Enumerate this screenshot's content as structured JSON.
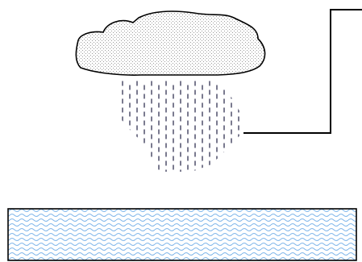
{
  "diagram": {
    "elements": [
      {
        "id": "cloud",
        "kind": "cloud",
        "fill_pattern": "stipple",
        "stroke": "#000000",
        "pattern_color": "#9a9a9a"
      },
      {
        "id": "rain",
        "kind": "rain-curtain",
        "dash_color": "#222244",
        "pattern": "vertical-dashes"
      },
      {
        "id": "leader-line",
        "kind": "connector",
        "stroke": "#000000",
        "connects": [
          "rain",
          "off-frame-top-right"
        ]
      },
      {
        "id": "water-body",
        "kind": "water-strip",
        "fill_pattern": "waves",
        "wave_color": "#7fb6ea",
        "stroke": "#000000"
      }
    ],
    "labels": []
  }
}
